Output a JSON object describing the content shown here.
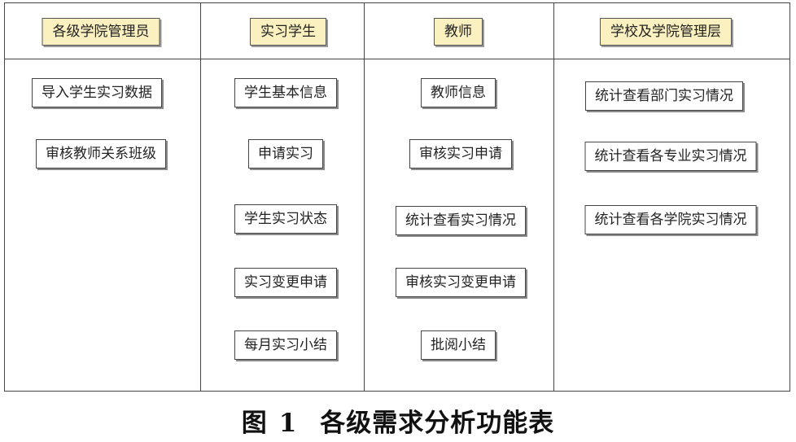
{
  "columns": [
    {
      "header": "各级学院管理员",
      "items": [
        "导入学生实习数据",
        "审核教师关系班级"
      ]
    },
    {
      "header": "实习学生",
      "items": [
        "学生基本信息",
        "申请实习",
        "学生实习状态",
        "实习变更申请",
        "每月实习小结"
      ]
    },
    {
      "header": "教师",
      "items": [
        "教师信息",
        "审核实习申请",
        "统计查看实习情况",
        "审核实习变更申请",
        "批阅小结"
      ]
    },
    {
      "header": "学校及学院管理层",
      "items": [
        "统计查看部门实习情况",
        "统计查看各专业实习情况",
        "统计查看各学院实习情况"
      ]
    }
  ],
  "caption": {
    "label": "图",
    "number": "1",
    "title": "各级需求分析功能表"
  },
  "colors": {
    "header_fill": "#fbf0bf",
    "border": "#444444"
  }
}
